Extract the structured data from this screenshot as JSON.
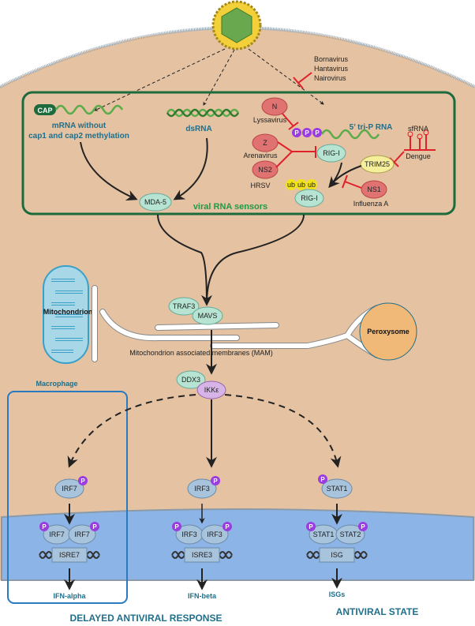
{
  "colors": {
    "cytoplasm": "#e4c2a2",
    "nucleus": "#8db4e6",
    "sensor_box": "#1d6b3c",
    "viral_protein": "#e07272",
    "host_protein": "#b7e4d2",
    "irf": "#a8c3dc",
    "phospho": "#9b3ce0",
    "ubiquitin": "#f2e21a",
    "inhibit": "#e0202a",
    "label_blue": "#1f6f8b"
  },
  "top_inhibitors": [
    "Bornavirus",
    "Hantavirus",
    "Nairovirus"
  ],
  "sensors": {
    "cap": "CAP",
    "mrna_line1": "mRNA without",
    "mrna_line2": "cap1 and cap2 methylation",
    "dsrna": "dsRNA",
    "triP": "5’ tri-P RNA",
    "p": "P",
    "N": "N",
    "lyssavirus": "Lyssavirus",
    "Z": "Z",
    "arenavirus": "Arenavirus",
    "NS2": "NS2",
    "hrsv": "HRSV",
    "rigi": "RIG-I",
    "trim25": "TRIM25",
    "sfrna": "sfRNA",
    "dengue": "Dengue",
    "ub": "ub",
    "NS1": "NS1",
    "influenza": "Influenza A",
    "mda5": "MDA-5",
    "box_title": "viral RNA sensors"
  },
  "organelles": {
    "mitochondrion": "Mitochondrion",
    "peroxysome": "Peroxysome",
    "traf3": "TRAF3",
    "mavs": "MAVS",
    "mam": "Mitochondrion associated membranes (MAM)",
    "ddx3": "DDX3",
    "ikke": "IKKε"
  },
  "macrophage": "Macrophage",
  "columns": [
    {
      "cyto": "IRF7",
      "dimer": [
        "IRF7",
        "IRF7"
      ],
      "element": "ISRE7",
      "product": "IFN-alpha"
    },
    {
      "cyto": "IRF3",
      "dimer": [
        "IRF3",
        "IRF3"
      ],
      "element": "ISRE3",
      "product": "IFN-beta"
    },
    {
      "cyto": "STAT1",
      "dimer": [
        "STAT1",
        "STAT2"
      ],
      "element": "ISG",
      "product": "ISGs"
    }
  ],
  "outcomes": {
    "delayed": "DELAYED ANTIVIRAL RESPONSE",
    "state": "ANTIVIRAL STATE"
  }
}
